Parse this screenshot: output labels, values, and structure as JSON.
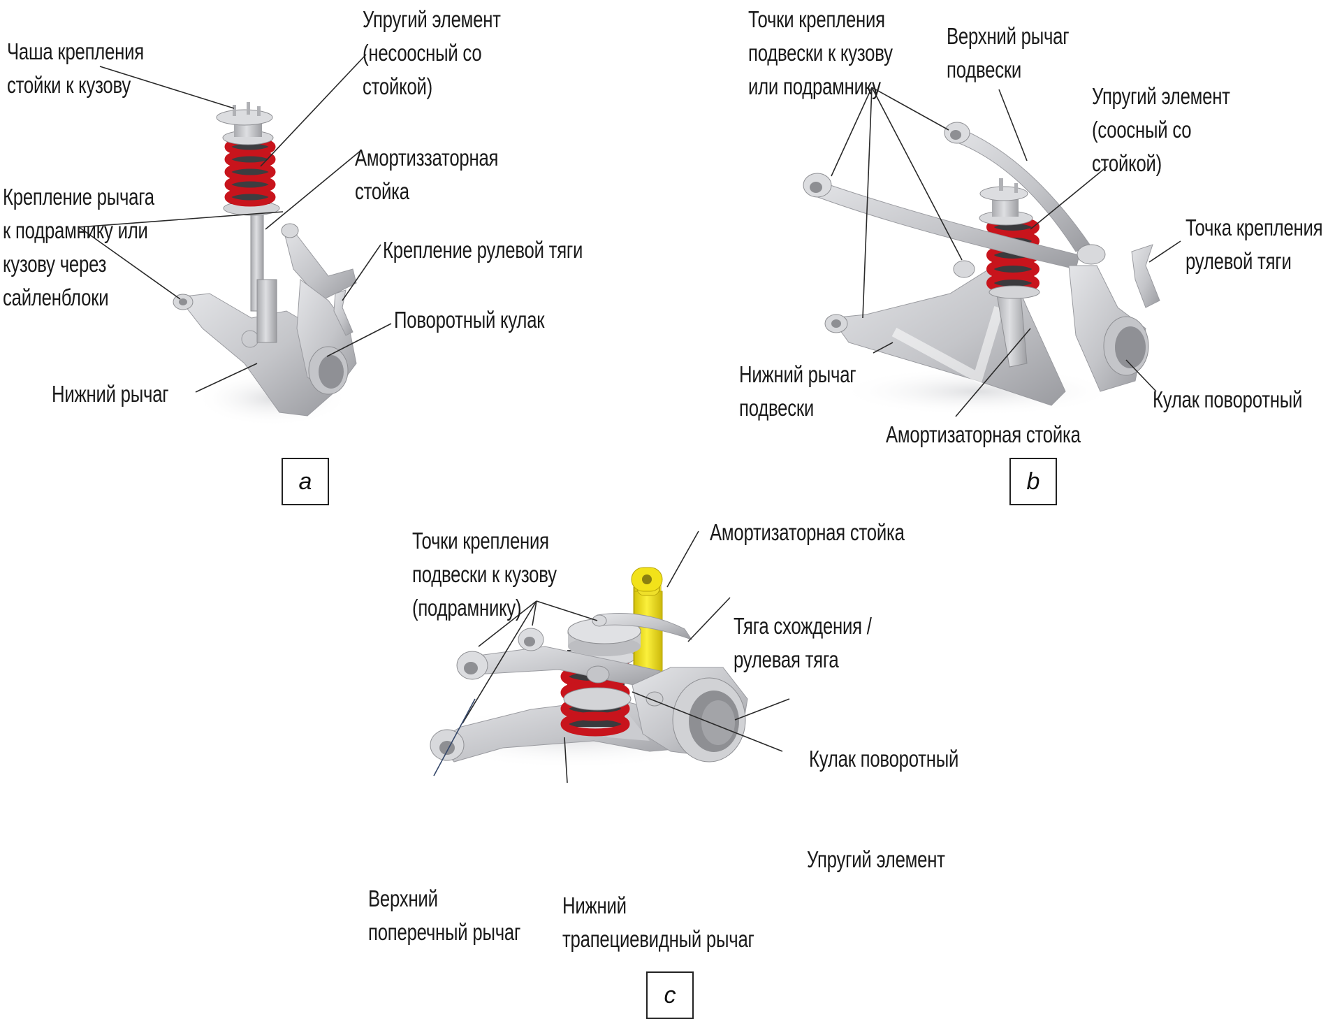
{
  "panels": [
    {
      "letter": "a",
      "type": "MacPherson strut suspension",
      "labels": [
        {
          "lines": [
            "Чаша крепления",
            "стойки к кузову"
          ]
        },
        {
          "lines": [
            "Упругий элемент",
            "(несоосный со",
            "стойкой)"
          ]
        },
        {
          "lines": [
            "Амортиззаторная",
            "стойка"
          ]
        },
        {
          "lines": [
            "Крепление рычага",
            "к подрамнику или",
            "кузову через",
            "сайленблоки"
          ]
        },
        {
          "lines": [
            "Крепление рулевой тяги"
          ]
        },
        {
          "lines": [
            "Поворотный кулак"
          ]
        },
        {
          "lines": [
            "Нижний рычаг"
          ]
        }
      ]
    },
    {
      "letter": "b",
      "type": "Double wishbone suspension (coaxial spring)",
      "labels": [
        {
          "lines": [
            "Точки крепления",
            "подвески к кузову",
            "или подрамнику"
          ]
        },
        {
          "lines": [
            "Верхний рычаг",
            "подвески"
          ]
        },
        {
          "lines": [
            "Упругий элемент",
            "(соосный со",
            "стойкой)"
          ]
        },
        {
          "lines": [
            "Точка крепления",
            "рулевой тяги"
          ]
        },
        {
          "lines": [
            "Нижний рычаг",
            "подвески"
          ]
        },
        {
          "lines": [
            "Кулак поворотный"
          ]
        },
        {
          "lines": [
            "Амортизаторная стойка"
          ]
        }
      ]
    },
    {
      "letter": "c",
      "type": "Double wishbone suspension (separate spring and damper)",
      "labels": [
        {
          "lines": [
            "Точки крепления",
            "подвески к кузову",
            "(подрамнику)"
          ]
        },
        {
          "lines": [
            "Амортизаторная стойка"
          ]
        },
        {
          "lines": [
            "Тяга схождения /",
            "рулевая тяга"
          ]
        },
        {
          "lines": [
            "Кулак поворотный"
          ]
        },
        {
          "lines": [
            "Упругий элемент"
          ]
        },
        {
          "lines": [
            "Верхний",
            "поперечный рычаг"
          ]
        },
        {
          "lines": [
            "Нижний",
            "трапециевидный рычаг"
          ]
        }
      ]
    }
  ],
  "colors": {
    "spring": "#c8141c",
    "damper_c": "#f2e21a",
    "metal": "#c9cacd",
    "text": "#1a1a1a"
  }
}
